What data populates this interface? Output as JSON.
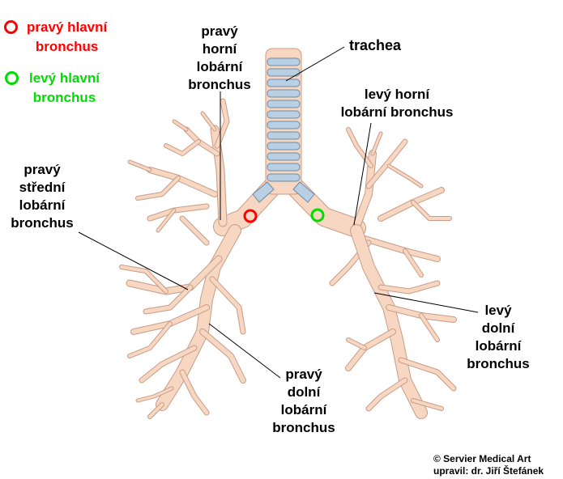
{
  "colors": {
    "airway_fill": "#f8d7c2",
    "airway_edge": "#c79c86",
    "cartilage_fill": "#b9d0e4",
    "cartilage_edge": "#6e8aa5",
    "right_main_marker": "#ff0000",
    "left_main_marker": "#00dd00",
    "leader_line": "#000000"
  },
  "legend": {
    "right_main": [
      "pravý hlavní",
      "bronchus"
    ],
    "left_main": [
      "levý hlavní",
      "bronchus"
    ]
  },
  "labels": {
    "trachea": "trachea",
    "right_upper": [
      "pravý",
      "horní",
      "lobární",
      "bronchus"
    ],
    "left_upper": [
      "levý horní",
      "lobární bronchus"
    ],
    "right_middle": [
      "pravý",
      "střední",
      "lobární",
      "bronchus"
    ],
    "left_lower": [
      "levý",
      "dolní",
      "lobární",
      "bronchus"
    ],
    "right_lower": [
      "pravý",
      "dolní",
      "lobární",
      "bronchus"
    ]
  },
  "credits": [
    "© Servier Medical Art",
    "upravil: dr. Jiří Štefánek"
  ]
}
